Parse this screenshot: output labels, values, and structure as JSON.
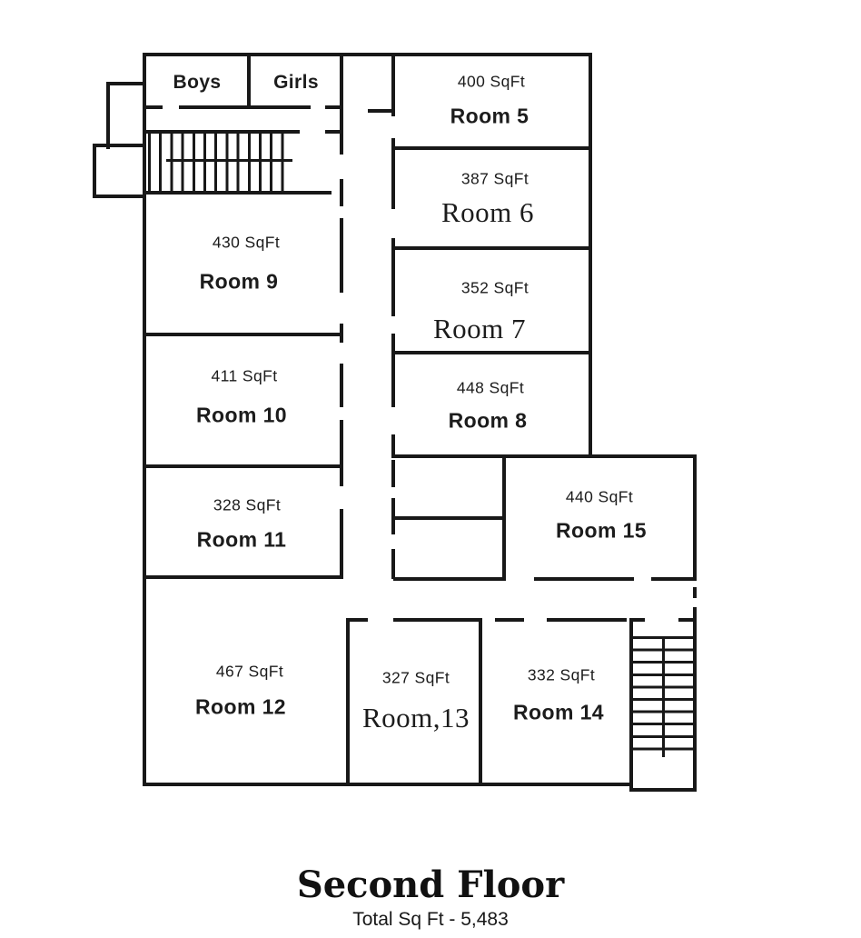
{
  "colors": {
    "wall": "#181818",
    "background": "#ffffff",
    "text": "#1c1c1c"
  },
  "restrooms": {
    "boys": "Boys",
    "girls": "Girls"
  },
  "rooms": [
    {
      "id": "room-5",
      "sqft": "400 SqFt",
      "name": "Room 5"
    },
    {
      "id": "room-6",
      "sqft": "387 SqFt",
      "name": "Room 6"
    },
    {
      "id": "room-7",
      "sqft": "352 SqFt",
      "name": "Room 7"
    },
    {
      "id": "room-8",
      "sqft": "448 SqFt",
      "name": "Room 8"
    },
    {
      "id": "room-9",
      "sqft": "430 SqFt",
      "name": "Room 9"
    },
    {
      "id": "room-10",
      "sqft": "411 SqFt",
      "name": "Room 10"
    },
    {
      "id": "room-11",
      "sqft": "328 SqFt",
      "name": "Room 11"
    },
    {
      "id": "room-12",
      "sqft": "467 SqFt",
      "name": "Room 12"
    },
    {
      "id": "room-13",
      "sqft": "327 SqFt",
      "name": "Room,13"
    },
    {
      "id": "room-14",
      "sqft": "332 SqFt",
      "name": "Room 14"
    },
    {
      "id": "room-15",
      "sqft": "440 SqFt",
      "name": "Room 15"
    }
  ],
  "title": {
    "heading": "Second Floor",
    "subheading": "Total Sq Ft - 5,483"
  }
}
